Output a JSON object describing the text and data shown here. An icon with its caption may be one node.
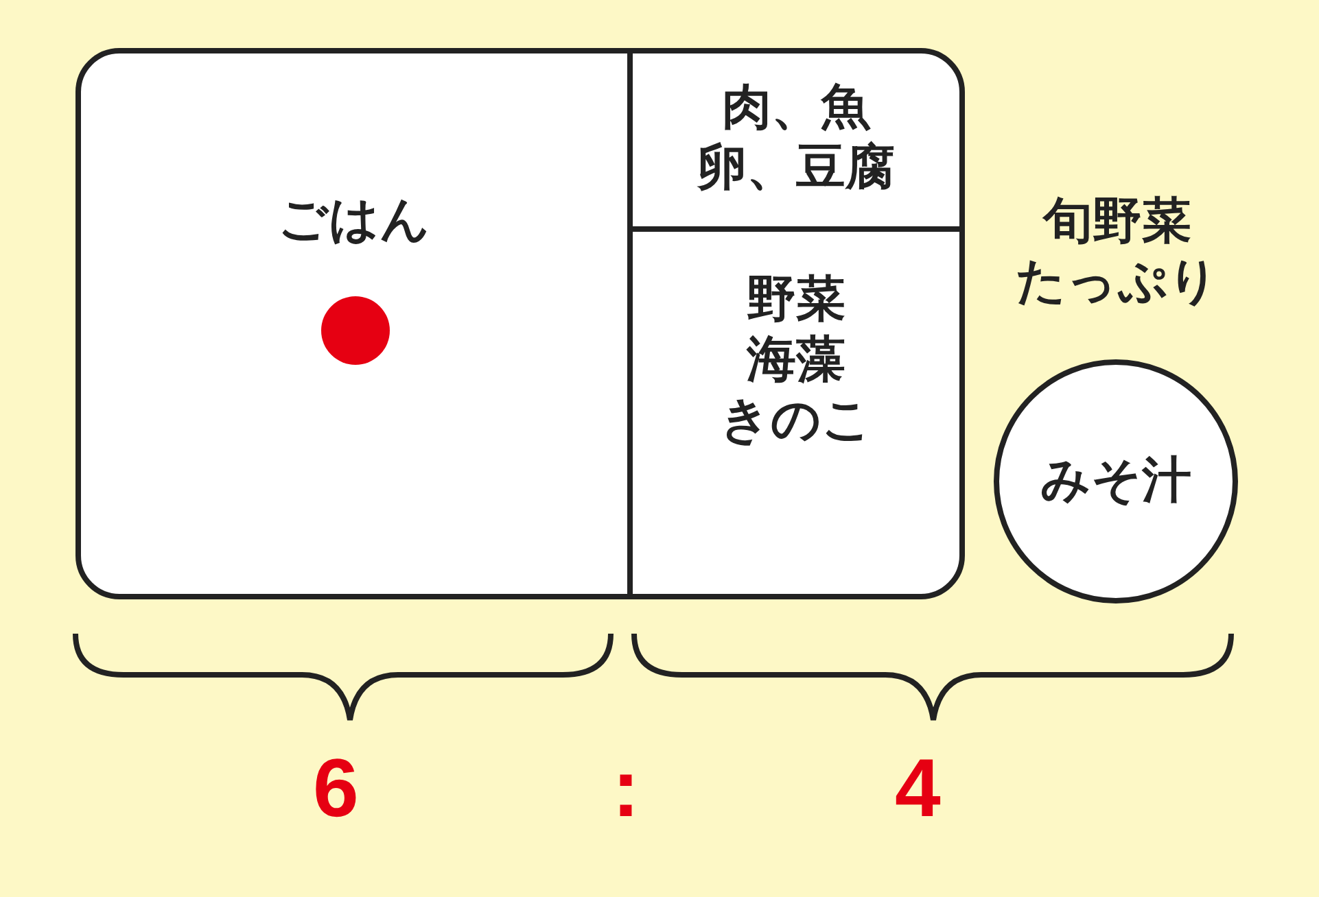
{
  "diagram": {
    "nodes": [
      {
        "text": [],
        "shape": "box"
      },
      {
        "text": [
          "ごはん"
        ],
        "in": 0
      },
      {
        "text": [
          "肉、魚",
          "卵、豆腐"
        ],
        "in": 0
      },
      {
        "text": [
          "野菜",
          "海藻",
          "きのこ"
        ],
        "in": 0
      },
      {
        "text": [],
        "shape": "circle",
        "in": 1
      },
      {
        "text": [
          "みそ汁"
        ],
        "beside": [
          "旬野菜",
          "たっぷり"
        ]
      }
    ],
    "edges": [],
    "labels": [
      "6",
      ":",
      "4"
    ]
  }
}
